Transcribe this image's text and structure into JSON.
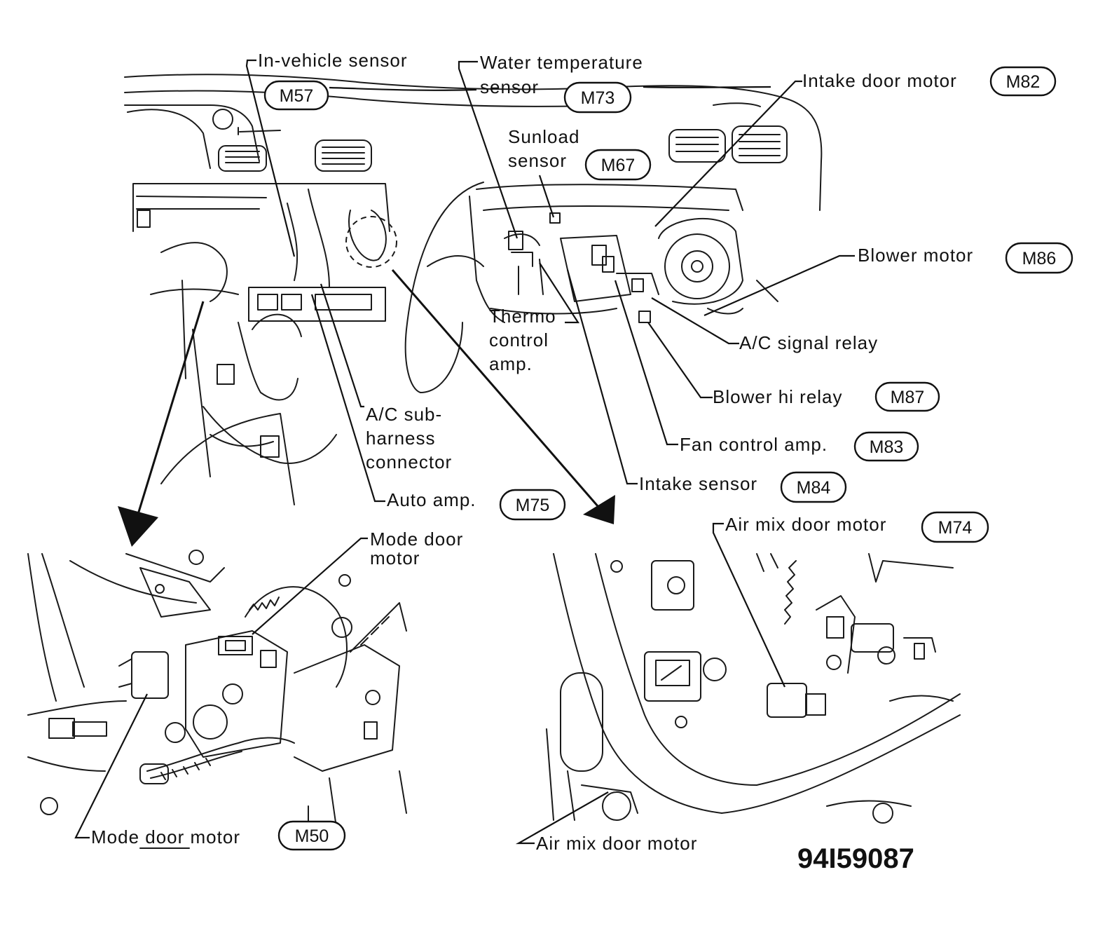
{
  "labels": {
    "in_vehicle_sensor": "In-vehicle sensor",
    "water_temp_1": "Water temperature",
    "water_temp_2": "sensor",
    "intake_door_motor": "Intake door motor",
    "sunload_1": "Sunload",
    "sunload_2": "sensor",
    "blower_motor": "Blower motor",
    "thermo_1": "Thermo",
    "thermo_2": "control",
    "thermo_3": "amp.",
    "ac_signal_relay": "A/C signal relay",
    "blower_hi_relay": "Blower hi relay",
    "ac_sub_1": "A/C sub-",
    "ac_sub_2": "harness",
    "ac_sub_3": "connector",
    "fan_control_amp": "Fan control amp.",
    "intake_sensor": "Intake sensor",
    "auto_amp": "Auto amp.",
    "mode_door_top_1": "Mode door",
    "mode_door_top_2": "motor",
    "air_mix_top": "Air mix door motor",
    "mode_door_bottom": "Mode door motor",
    "air_mix_bottom": "Air mix door motor"
  },
  "connectors": {
    "m57": "M57",
    "m73": "M73",
    "m82": "M82",
    "m67": "M67",
    "m86": "M86",
    "m87": "M87",
    "m83": "M83",
    "m84": "M84",
    "m75": "M75",
    "m74": "M74",
    "m50": "M50"
  },
  "figure_id": "94I59087"
}
